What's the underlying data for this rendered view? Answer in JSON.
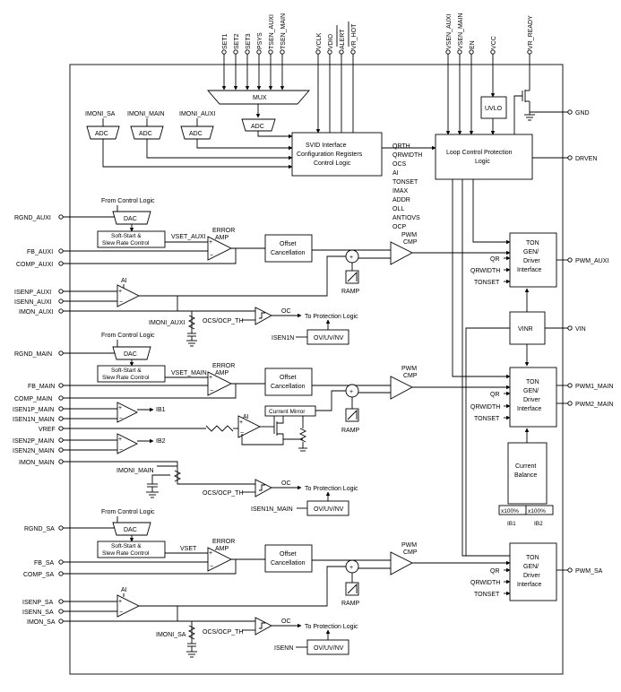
{
  "top_pins_left": [
    "SET1",
    "SET2",
    "SET3",
    "PSYS",
    "TSEN_AUXI",
    "TSEN_MAIN"
  ],
  "top_pins_mid": [
    "VCLK",
    "VDIO",
    "ALERT",
    "VR_HOT"
  ],
  "top_pins_right": [
    "VSEN_AUXI",
    "VSEN_MAIN",
    "EN",
    "VCC",
    "VR_READY"
  ],
  "mux_label": "MUX",
  "adc_label": "ADC",
  "dac_label": "DAC",
  "imon_labels": [
    "IMONI_SA",
    "IMONI_MAIN",
    "IMONI_AUXI"
  ],
  "svid_block": [
    "SVID Interface",
    "Configuration Registers",
    "Control Logic"
  ],
  "svid_outputs": [
    "QRTH",
    "QRWIDTH",
    "OCS",
    "AI",
    "TONSET",
    "IMAX",
    "ADDR",
    "OLL",
    "ANTIOVS",
    "OCP"
  ],
  "loop_control": [
    "Loop Control Protection",
    "Logic"
  ],
  "uvlo_label": "UVLO",
  "right_pins": [
    "GND",
    "DRVEN",
    "PWM_AUXI",
    "VIN",
    "PWM1_MAIN",
    "PWM2_MAIN",
    "PWM_SA"
  ],
  "left_pins_auxi": [
    "RGND_AUXI",
    "FB_AUXI",
    "COMP_AUXI",
    "ISENP_AUXI",
    "ISENN_AUXI",
    "IMON_AUXI"
  ],
  "left_pins_main": [
    "RGND_MAIN",
    "FB_MAIN",
    "COMP_MAIN",
    "ISEN1P_MAIN",
    "ISEN1N_MAIN",
    "VREF",
    "ISEN2P_MAIN",
    "ISEN2N_MAIN",
    "IMON_MAIN"
  ],
  "left_pins_sa": [
    "RGND_SA",
    "FB_SA",
    "COMP_SA",
    "ISENP_SA",
    "ISENN_SA",
    "IMON_SA"
  ],
  "from_control_logic": "From Control Logic",
  "soft_start": [
    "Soft-Start &",
    "Slew Rate Control"
  ],
  "vset_labels": [
    "VSET_AUXI",
    "VSET_MAIN",
    "VSET"
  ],
  "error_amp": [
    "ERROR",
    "AMP"
  ],
  "offset_cancel": [
    "Offset",
    "Cancellation"
  ],
  "pwm_cmp": [
    "PWM",
    "CMP"
  ],
  "ramp_label": "RAMP",
  "ai_label": "AI",
  "ocs_ocp_th": "OCS/OCP_TH",
  "oc_label": "OC",
  "to_protection": "To Protection Logic",
  "isen_labels": [
    "ISEN1N",
    "ISEN1N_MAIN",
    "ISENN"
  ],
  "ov_uv_nv": "OV/UV/NV",
  "ton_gen": [
    "TON",
    "GEN/",
    "Driver",
    "Interface"
  ],
  "ton_inputs": [
    "QR",
    "QRWIDTH",
    "TONSET"
  ],
  "vinr_label": "VINR",
  "current_mirror": "Current Mirror",
  "ib_labels": [
    "IB1",
    "IB2"
  ],
  "current_balance": [
    "Current",
    "Balance"
  ],
  "x100": "x100%",
  "imoni_in_sections": [
    "IMONI_AUXI",
    "IMONI_MAIN",
    "IMONI_SA"
  ]
}
